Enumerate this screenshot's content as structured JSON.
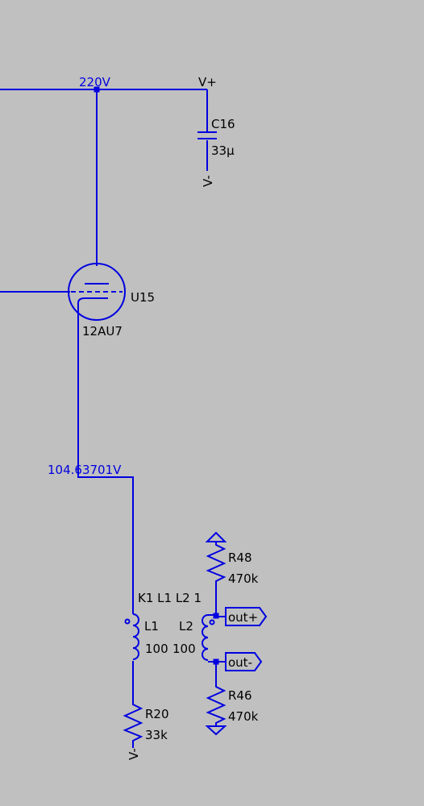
{
  "voltages": {
    "top_rail": "220V",
    "cathode_node": "104.63701V"
  },
  "nets": {
    "vplus": "V+",
    "vminus": "V-"
  },
  "components": {
    "c16": {
      "ref": "C16",
      "value": "33µ"
    },
    "u15": {
      "ref": "U15",
      "value": "12AU7"
    },
    "l1": {
      "ref": "L1",
      "value": "100"
    },
    "l2": {
      "ref": "L2",
      "value": "100"
    },
    "coupling": "K1 L1 L2 1",
    "r48": {
      "ref": "R48",
      "value": "470k"
    },
    "r46": {
      "ref": "R46",
      "value": "470k"
    },
    "r20": {
      "ref": "R20",
      "value": "33k"
    }
  },
  "ports": {
    "out_plus": "out+",
    "out_minus": "out-"
  },
  "colors": {
    "background": "#c0c0c0",
    "wire": "#0000e0",
    "label": "#000000"
  }
}
